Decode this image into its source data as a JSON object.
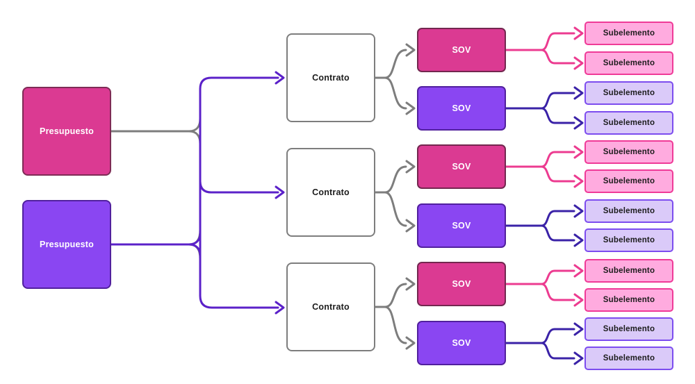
{
  "diagram": {
    "colors": {
      "background": "#ffffff",
      "node-pink": "#db3a92",
      "node-pink-border": "#7e2b55",
      "sov-pink-border": "#73274f",
      "node-purple": "#8a46f2",
      "node-purple-border": "#51209e",
      "contrato-border": "#7d7d7d",
      "sub-pink": "#ffabdf",
      "sub-pink-border": "#ef3a97",
      "sub-purple": "#dacaf9",
      "sub-purple-border": "#7c4cef",
      "edge-gray": "#7d7d7d",
      "edge-violet": "#5b21c9",
      "edge-pink": "#ec3b90",
      "edge-indigo": "#3a22a7",
      "text-light": "#ffffff",
      "text-dark": "#1c1c1c"
    },
    "presupuestos": [
      {
        "label": "Presupuesto",
        "variant": "pink"
      },
      {
        "label": "Presupuesto",
        "variant": "purple"
      }
    ],
    "contratos": [
      {
        "label": "Contrato"
      },
      {
        "label": "Contrato"
      },
      {
        "label": "Contrato"
      }
    ],
    "sovs": [
      {
        "label": "SOV",
        "variant": "pink"
      },
      {
        "label": "SOV",
        "variant": "purple"
      },
      {
        "label": "SOV",
        "variant": "pink"
      },
      {
        "label": "SOV",
        "variant": "purple"
      },
      {
        "label": "SOV",
        "variant": "pink"
      },
      {
        "label": "SOV",
        "variant": "purple"
      }
    ],
    "subelementos": [
      {
        "label": "Subelemento",
        "variant": "pink"
      },
      {
        "label": "Subelemento",
        "variant": "pink"
      },
      {
        "label": "Subelemento",
        "variant": "purple"
      },
      {
        "label": "Subelemento",
        "variant": "purple"
      },
      {
        "label": "Subelemento",
        "variant": "pink"
      },
      {
        "label": "Subelemento",
        "variant": "pink"
      },
      {
        "label": "Subelemento",
        "variant": "purple"
      },
      {
        "label": "Subelemento",
        "variant": "purple"
      },
      {
        "label": "Subelemento",
        "variant": "pink"
      },
      {
        "label": "Subelemento",
        "variant": "pink"
      },
      {
        "label": "Subelemento",
        "variant": "purple"
      },
      {
        "label": "Subelemento",
        "variant": "purple"
      }
    ]
  }
}
